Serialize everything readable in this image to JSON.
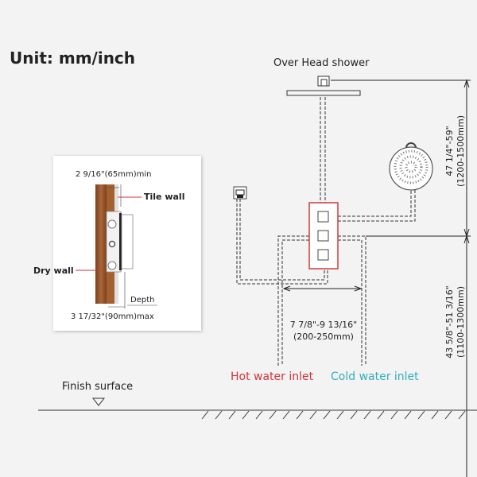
{
  "unit_label": "Unit: mm/inch",
  "overhead_label": "Over Head shower",
  "inset": {
    "top_dim": "2 9/16\"(65mm)min",
    "tile_wall": "Tile wall",
    "dry_wall": "Dry wall",
    "depth": "Depth",
    "bottom_dim": "3 17/32\"(90mm)max"
  },
  "dim_upper": {
    "inch": "47 1/4\"-59\"",
    "mm": "(1200-1500mm)"
  },
  "dim_lower": {
    "inch": "43 5/8\"-51 3/16\"",
    "mm": "(1100-1300mm)"
  },
  "dim_width": {
    "inch": "7 7/8\"-9 13/16\"",
    "mm": "(200-250mm)"
  },
  "hot_inlet": "Hot water inlet",
  "cold_inlet": "Cold water inlet",
  "finish_surface": "Finish surface",
  "colors": {
    "hot": "#d2333a",
    "cold": "#2fb0bd",
    "valve": "#d43a3a",
    "wood": "#9a5a2c"
  }
}
